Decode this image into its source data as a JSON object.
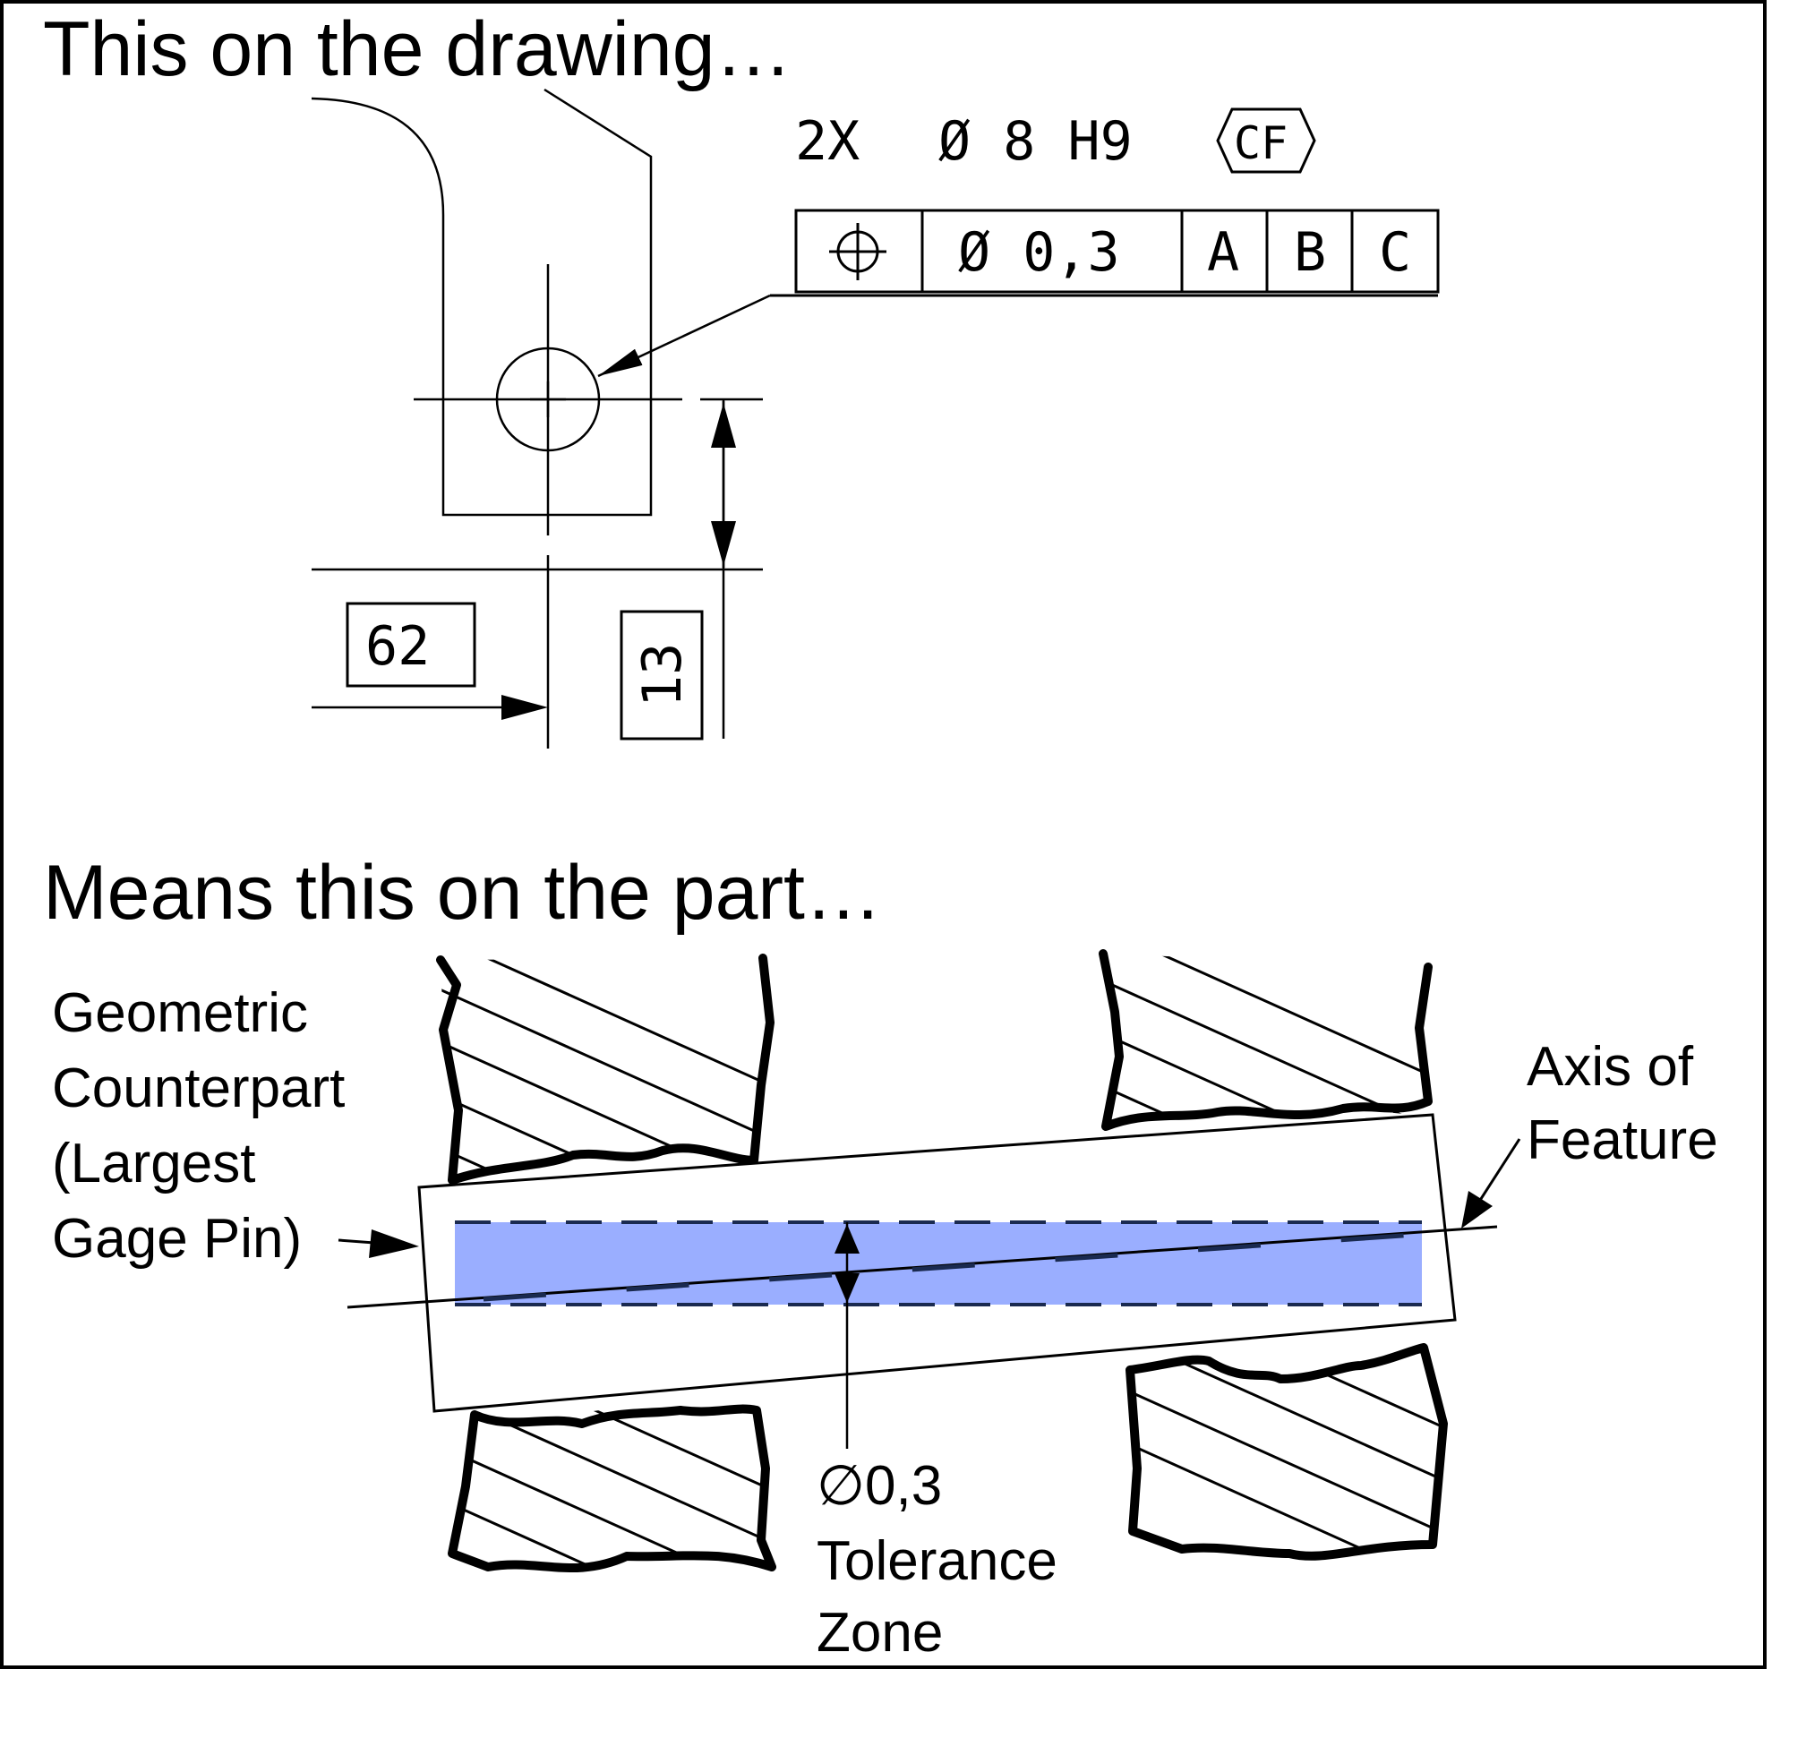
{
  "headings": {
    "top": "This on the drawing…",
    "bottom": "Means this on the part…"
  },
  "drawing": {
    "note_quantity": "2X",
    "note_size": "Ø 8 H9",
    "note_modifier": "CF",
    "fcf_symbol": "position-symbol",
    "fcf_tolerance": "Ø 0,3",
    "fcf_datum_1": "A",
    "fcf_datum_2": "B",
    "fcf_datum_3": "C",
    "basic_dim_horizontal": "62",
    "basic_dim_vertical": "13"
  },
  "part": {
    "gage_pin_label": [
      "Geometric",
      "Counterpart",
      "(Largest",
      "Gage Pin)"
    ],
    "axis_label": [
      "Axis of",
      "Feature"
    ],
    "tolerance_value": "∅0,3",
    "tolerance_label": [
      "Tolerance",
      "Zone"
    ]
  },
  "colors": {
    "tolerance_zone_fill": "#9aaeff",
    "frame": "#000000"
  }
}
